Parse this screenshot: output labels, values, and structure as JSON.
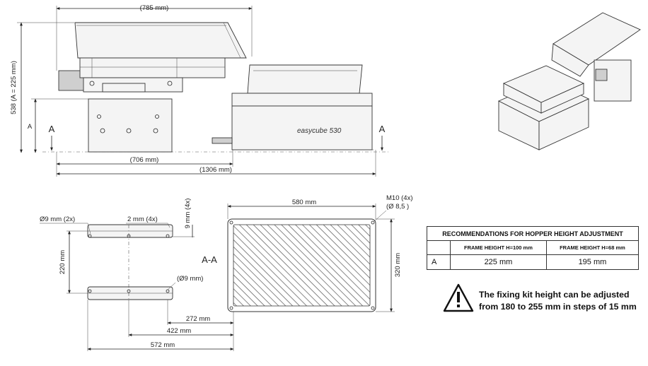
{
  "top_view": {
    "dim_785": "(785 mm)",
    "dim_538": "538 (A = 225 mm)",
    "dim_706": "(706 mm)",
    "dim_1306": "(1306 mm)",
    "label_a_vertical": "A",
    "section_left": "A",
    "section_right": "A",
    "product_logo": "easycube 530"
  },
  "section_view": {
    "title": "A-A",
    "dim_hole_9_2x": "Ø9 mm (2x)",
    "dim_2mm_4x": "2 mm (4x)",
    "dim_9mm_4x": "9 mm (4x)",
    "dim_220": "220 mm",
    "dim_hole_9": "(Ø9 mm)",
    "dim_272": "272 mm",
    "dim_422": "422 mm",
    "dim_572": "572 mm",
    "dim_580": "580 mm",
    "dim_320": "320 mm",
    "dim_m10": "M10 (4x)",
    "dim_m10_dia": "(Ø 8,5 )"
  },
  "table": {
    "title": "RECOMMENDATIONS FOR HOPPER HEIGHT ADJUSTMENT",
    "col1": "FRAME HEIGHT H=100 mm",
    "col2": "FRAME HEIGHT H=68 mm",
    "row_label": "A",
    "val1": "225 mm",
    "val2": "195 mm"
  },
  "note": {
    "icon": "warning-triangle-icon",
    "text": "The fixing kit height can be adjusted from 180 to 255 mm in steps of 15 mm"
  }
}
